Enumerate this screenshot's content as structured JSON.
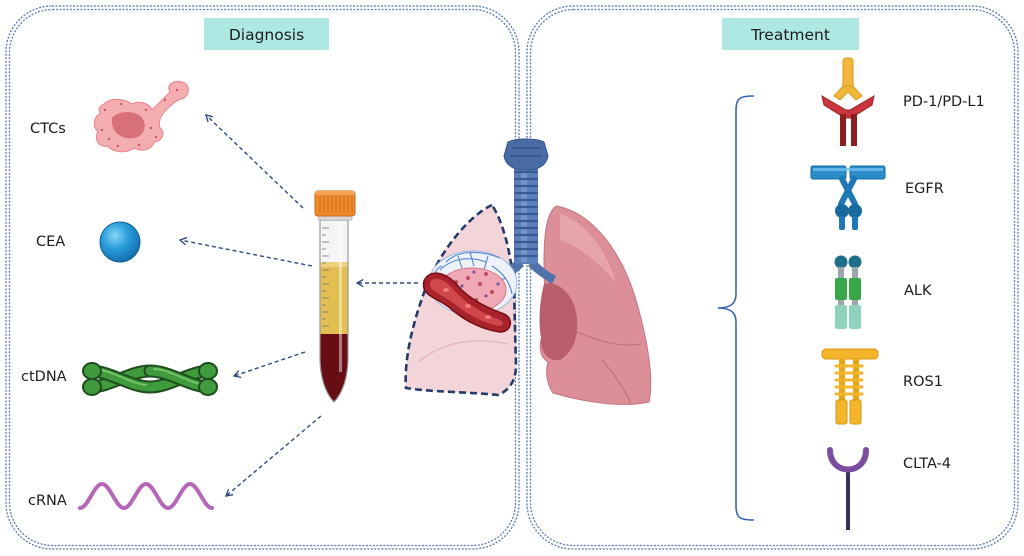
{
  "diagnosis": {
    "title": "Diagnosis",
    "items": [
      {
        "label": "CTCs",
        "icon": "ctc-cell-icon"
      },
      {
        "label": "CEA",
        "icon": "cea-sphere-icon"
      },
      {
        "label": "ctDNA",
        "icon": "ctdna-helix-icon"
      },
      {
        "label": "cRNA",
        "icon": "crna-wave-icon"
      }
    ],
    "sample_icon": "blood-collection-tube-icon"
  },
  "source": {
    "icon": "lungs-with-tumor-icon"
  },
  "treatment": {
    "title": "Treatment",
    "items": [
      {
        "label": "PD-1/PD-L1",
        "icon": "pd1-pdl1-receptor-icon"
      },
      {
        "label": "EGFR",
        "icon": "egfr-receptor-icon"
      },
      {
        "label": "ALK",
        "icon": "alk-receptor-icon"
      },
      {
        "label": "ROS1",
        "icon": "ros1-receptor-icon"
      },
      {
        "label": "CLTA-4",
        "icon": "ctla4-receptor-icon"
      }
    ]
  },
  "colors": {
    "panel_border": "#5b78ad",
    "header_fill": "#aee8e2",
    "arrow": "#2d4a7a",
    "bracket": "#3a65b0",
    "text": "#1c1c1c"
  }
}
